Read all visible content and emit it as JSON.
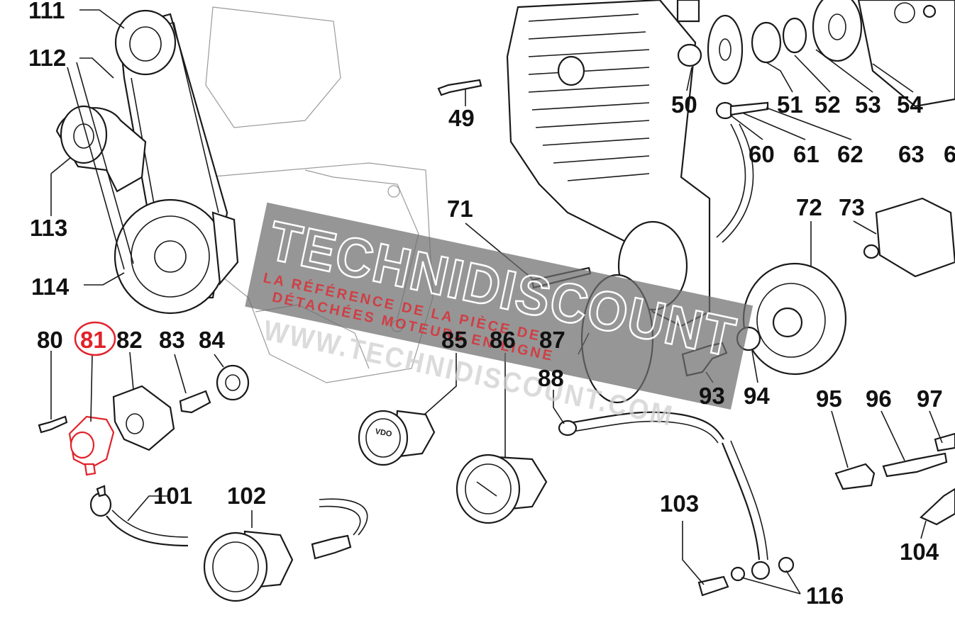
{
  "labels": {
    "l49": "49",
    "l50": "50",
    "l51": "51",
    "l52": "52",
    "l53": "53",
    "l54": "54",
    "l60": "60",
    "l61": "61",
    "l62": "62",
    "l63": "63",
    "l6x": "6",
    "l71": "71",
    "l72": "72",
    "l73": "73",
    "l80": "80",
    "l81": "81",
    "l82": "82",
    "l83": "83",
    "l84": "84",
    "l85": "85",
    "l86": "86",
    "l87": "87",
    "l88": "88",
    "l93": "93",
    "l94": "94",
    "l95": "95",
    "l96": "96",
    "l97": "97",
    "l101": "101",
    "l102": "102",
    "l103": "103",
    "l104": "104",
    "l111": "111",
    "l112": "112",
    "l113": "113",
    "l114": "114",
    "l116": "116"
  },
  "highlight": {
    "part": "81",
    "color": "#e2222a"
  },
  "watermark": {
    "brand": "TECHNIDISCOUNT",
    "tagline_1": "LA RÉFÉRENCE DE LA PIÈCE DE",
    "tagline_2": "DÉTACHÉES MOTEURS EN LIGNE",
    "url": "WWW.TECHNIDISCOUNT.COM"
  },
  "gauges": {
    "vdo_text": "VDO"
  }
}
